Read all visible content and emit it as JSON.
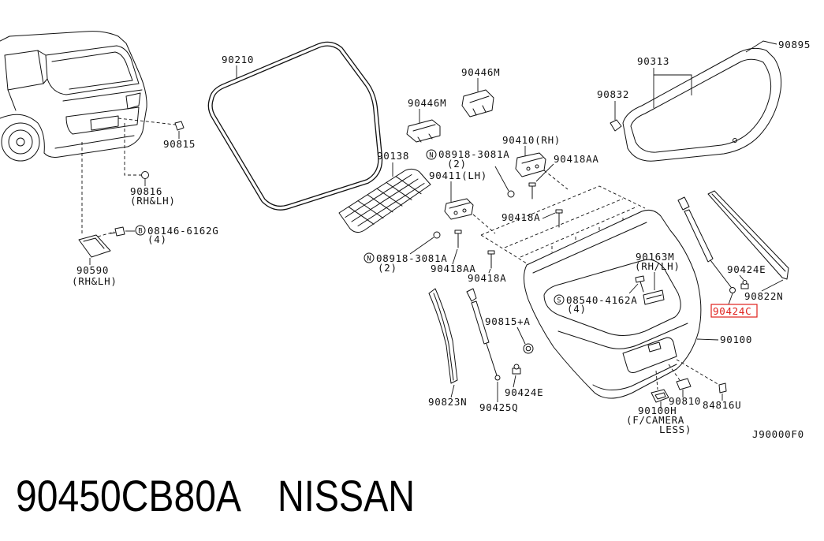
{
  "diagram_id": "J90000F0",
  "caption": {
    "part_number": "90450CB80A",
    "brand": "NISSAN"
  },
  "colors": {
    "line": "#111111",
    "highlight": "#e0201c",
    "background": "#ffffff"
  },
  "callouts": [
    {
      "code": "90210"
    },
    {
      "code": "90895"
    },
    {
      "code": "90313"
    },
    {
      "code": "90446M"
    },
    {
      "code": "90446M"
    },
    {
      "code": "90832"
    },
    {
      "code": "90815"
    },
    {
      "code": "90410(RH)"
    },
    {
      "code": "90138"
    },
    {
      "code": "08918-3081A",
      "prefix": "N",
      "note": "(2)"
    },
    {
      "code": "90418AA"
    },
    {
      "code": "90411(LH)"
    },
    {
      "code": "90816",
      "note": "(RH&LH)"
    },
    {
      "code": "08146-6162G",
      "prefix": "B",
      "note": "(4)"
    },
    {
      "code": "90418A"
    },
    {
      "code": "90590",
      "note": "(RH&LH)"
    },
    {
      "code": "08918-3081A",
      "prefix": "N",
      "note": "(2)"
    },
    {
      "code": "90163M",
      "note": "(RH/LH)"
    },
    {
      "code": "90418AA"
    },
    {
      "code": "90418A"
    },
    {
      "code": "90424E"
    },
    {
      "code": "08540-4162A",
      "prefix": "S",
      "note": "(4)"
    },
    {
      "code": "90822N"
    },
    {
      "code": "90424C",
      "highlighted": true
    },
    {
      "code": "90815+A"
    },
    {
      "code": "90100"
    },
    {
      "code": "90424E"
    },
    {
      "code": "90823N"
    },
    {
      "code": "90425Q"
    },
    {
      "code": "90810"
    },
    {
      "code": "84816U"
    },
    {
      "code": "90100H",
      "note": "(F/CAMERA",
      "note2": "LESS)"
    }
  ]
}
